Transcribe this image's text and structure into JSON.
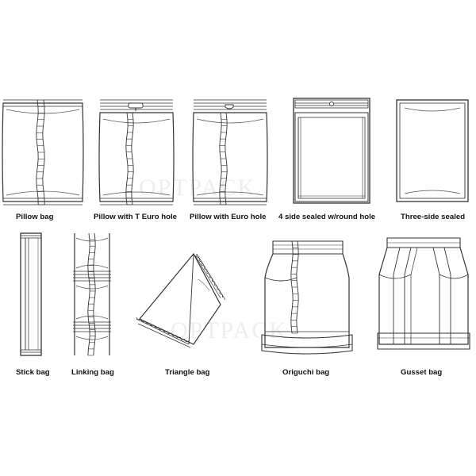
{
  "watermark": "OPTPACK",
  "colors": {
    "line": "#333333",
    "bg": "#ffffff",
    "label": "#111111",
    "watermark": "#eeeeee"
  },
  "bags": {
    "pillow": {
      "label": "Pillow bag",
      "icon": "pillow-bag-drawing"
    },
    "pillow_t_euro": {
      "label": "Pillow with T Euro hole",
      "icon": "pillow-t-euro-hole-drawing"
    },
    "pillow_euro": {
      "label": "Pillow with Euro hole",
      "icon": "pillow-euro-hole-drawing"
    },
    "four_side": {
      "label": "4 side sealed w/round hole",
      "icon": "four-side-sealed-drawing"
    },
    "three_side": {
      "label": "Three-side sealed",
      "icon": "three-side-sealed-drawing"
    },
    "stick": {
      "label": "Stick bag",
      "icon": "stick-bag-drawing"
    },
    "linking": {
      "label": "Linking bag",
      "icon": "linking-bag-drawing"
    },
    "triangle": {
      "label": "Triangle bag",
      "icon": "triangle-bag-drawing"
    },
    "origuchi": {
      "label": "Origuchi bag",
      "icon": "origuchi-bag-drawing"
    },
    "gusset": {
      "label": "Gusset bag",
      "icon": "gusset-bag-drawing"
    }
  }
}
